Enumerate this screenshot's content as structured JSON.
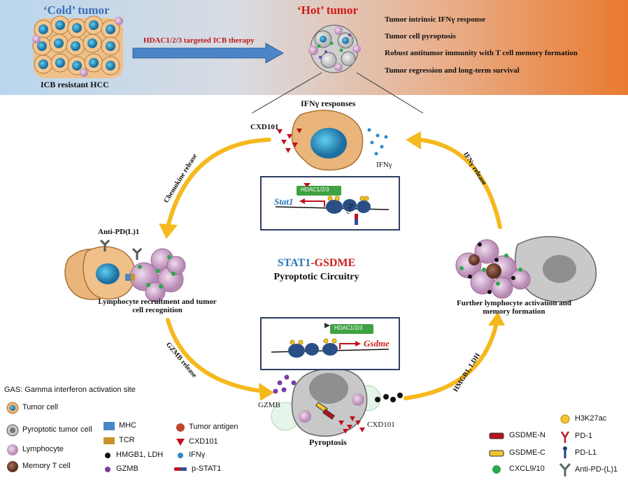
{
  "banner": {
    "cold_title": "‘Cold’ tumor",
    "hot_title": "‘Hot’ tumor",
    "cold_caption": "ICB resistant HCC",
    "therapy_label": "HDAC1/2/3 targeted ICB therapy",
    "hot_outcomes": [
      "Tumor intrinsic IFNγ response",
      "Tumor cell pyroptosis",
      "Robust antitumor immunity with T cell memory formation",
      "Tumor regression and long-term survival"
    ]
  },
  "cycle": {
    "top_title": "IFNγ responses",
    "cxd101_top": "CXD101",
    "ifng_top": "IFNγ",
    "stat1_box": {
      "hdac": "HDAC1/2/3",
      "gene": "Stat1",
      "gas": "GAS"
    },
    "gsdme_box": {
      "hdac": "HDAC1/2/3",
      "gene": "Gsdme"
    },
    "center_title_a": "STAT1",
    "center_title_b": "-GSDME",
    "center_sub": "Pyroptotic Circuitry",
    "left_caption": "Lymphocyte recruitment and tumor cell recognition",
    "anti_pdl1": "Anti-PD(L)1",
    "right_caption": "Further lymphocyte activation and memory formation",
    "bottom_caption": "Pyroptosis",
    "gzmb_label": "GZMB",
    "cxd101_bottom": "CXD101",
    "arrow_labels": {
      "chemokine": "Chemokine release",
      "ifng_release": "IFNγ release",
      "gzmb_release": "GZMB release",
      "hmgb1": "HMGB1, LDH"
    }
  },
  "legend": {
    "gas_note": "GAS: Gamma interferon activation site",
    "items": {
      "tumor_cell": "Tumor cell",
      "pyroptotic": "Pyroptotic tumor cell",
      "lymphocyte": "Lymphocyte",
      "memory": "Memory T cell",
      "mhc": "MHC",
      "tcr": "TCR",
      "hmgb1": "HMGB1, LDH",
      "gzmb": "GZMB",
      "antigen": "Tumor antigen",
      "cxd101": "CXD101",
      "ifng": "IFNγ",
      "pstat1": "p-STAT1",
      "gsdme_n": "GSDME-N",
      "gsdme_c": "GSDME-C",
      "cxcl": "CXCL9/10",
      "h3k27ac": "H3K27ac",
      "pd1": "PD-1",
      "pdl1": "PD-L1",
      "anti_pdl1": "Anti-PD-(L)1"
    }
  },
  "colors": {
    "arrow": "#f5b91d",
    "tumor_fill": "#e9b57a",
    "nucleus": "#2b8db8",
    "lymphocyte": "#c9a3c6",
    "cxd101": "#c0121e",
    "gzmb": "#7a3ea0",
    "cxcl": "#2aa84a",
    "ifng": "#2e88c6"
  }
}
